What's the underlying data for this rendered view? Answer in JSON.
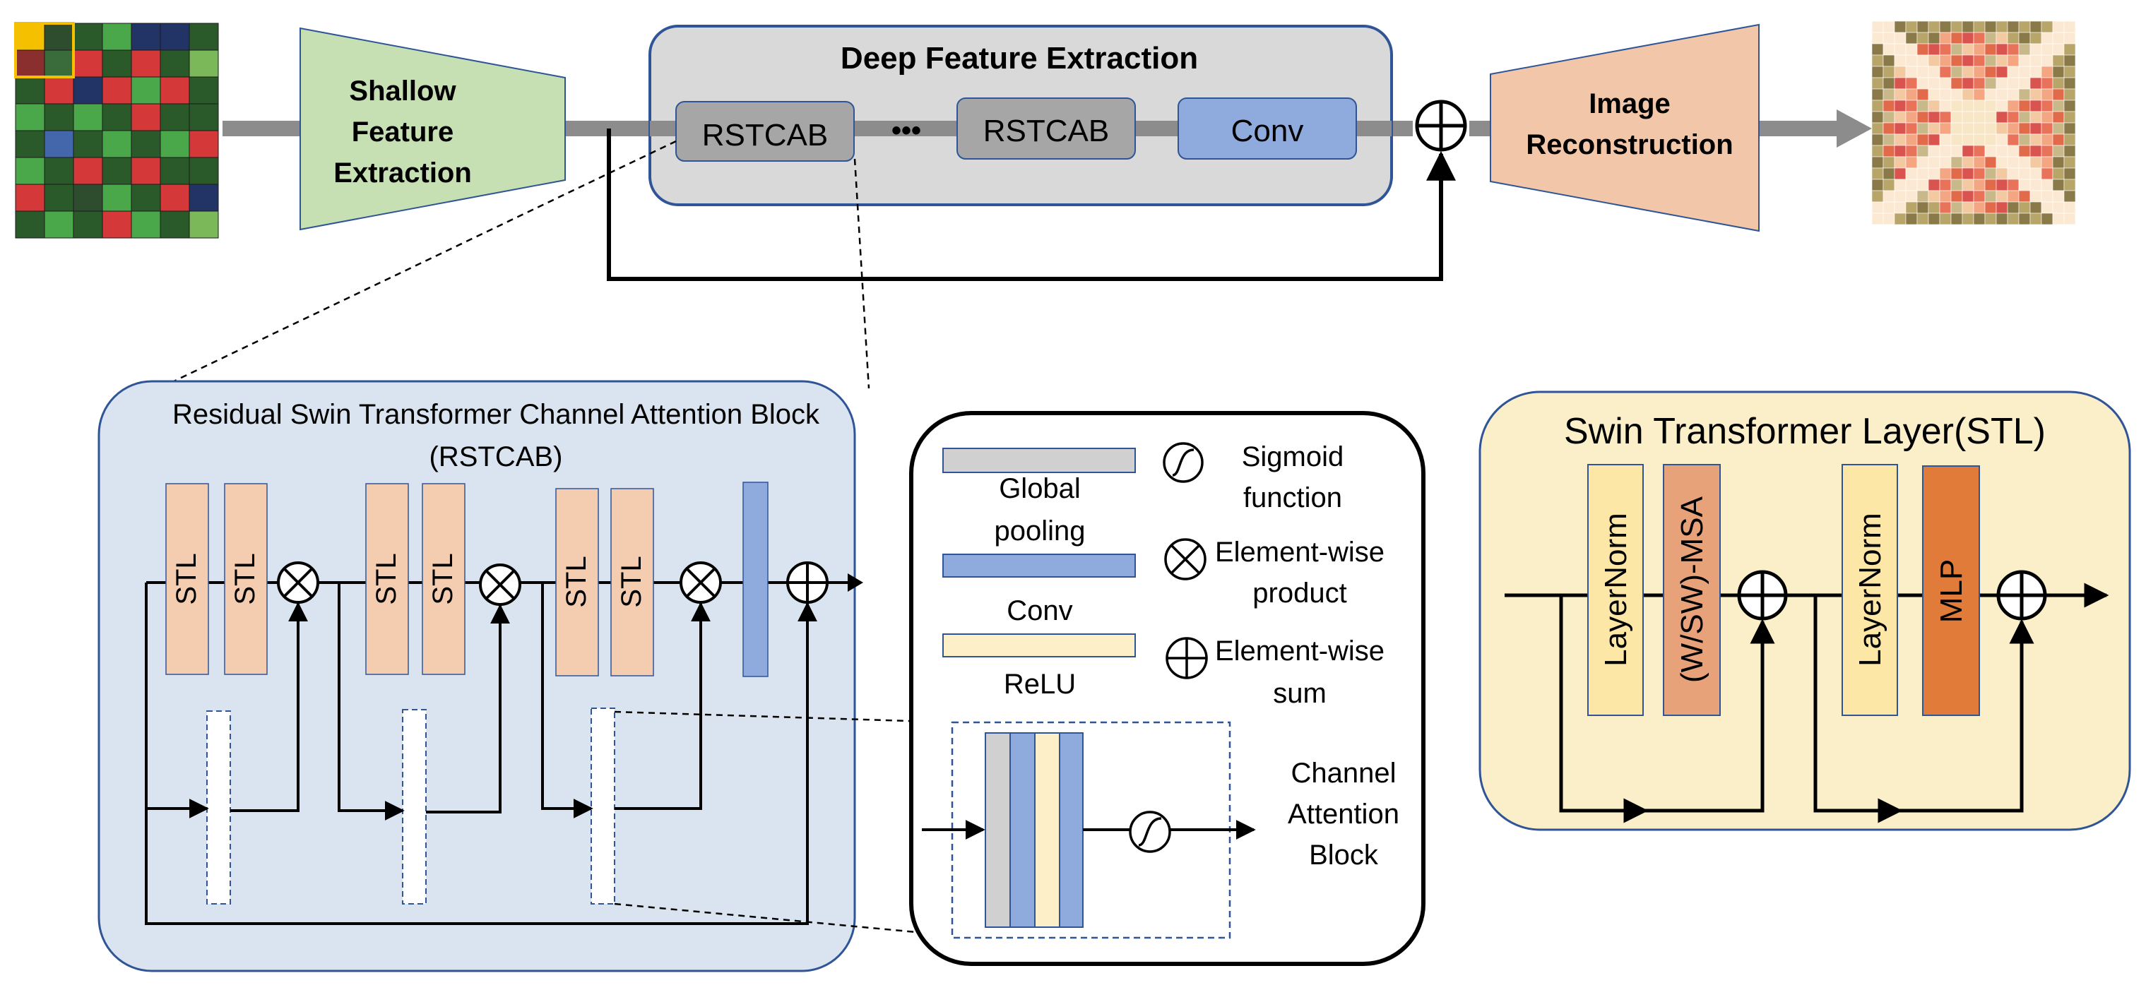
{
  "top": {
    "shallow": [
      "Shallow",
      "Feature",
      "Extraction"
    ],
    "deep_title": "Deep Feature Extraction",
    "block1": "RSTCAB",
    "ellipsis": "•••",
    "block2": "RSTCAB",
    "conv": "Conv",
    "reconstruction": [
      "Image",
      "Reconstruction"
    ]
  },
  "rstcab": {
    "title_line1": "Residual Swin Transformer Channel Attention Block",
    "title_line2": "(RSTCAB)",
    "stl": "STL"
  },
  "legend": {
    "global_pooling": [
      "Global",
      "pooling"
    ],
    "conv": "Conv",
    "relu": "ReLU",
    "sigmoid": [
      "Sigmoid",
      "function"
    ],
    "product": [
      "Element-wise",
      "product"
    ],
    "sum": [
      "Element-wise",
      "sum"
    ],
    "cab": [
      "Channel",
      "Attention",
      "Block"
    ]
  },
  "stl_panel": {
    "title": "Swin Transformer Layer(STL)",
    "layernorm": "LayerNorm",
    "msa": "(W/SW)-MSA",
    "mlp": "MLP"
  },
  "colors": {
    "shallow_fill": "#c6e0b4",
    "reconstruction_fill": "#f2c6a8",
    "deep_panel_fill": "#d9d9d9",
    "rstcab_fill": "#a6a6a6",
    "conv_fill": "#8faadc",
    "stl_fill": "#f4ccb0",
    "rstcab_panel_fill": "#dae3f0",
    "stl_panel_fill": "#fbefc9",
    "layernorm_fill": "#fde7a6",
    "msa_fill": "#e8a27a",
    "mlp_fill": "#e07b39",
    "relu_fill": "#fdf0c8",
    "pool_fill": "#d0d0d0",
    "border_blue": "#2f5597"
  },
  "grids": {
    "input": [
      [
        "#f5c000",
        "#2e4d2e",
        "#2a5a2a",
        "#4aa84a",
        "#223366",
        "#223366",
        "#2a5a2a"
      ],
      [
        "#8b2e2e",
        "#3a6b3a",
        "#d43838",
        "#2a5a2a",
        "#d43838",
        "#2a5a2a",
        "#7ab85a"
      ],
      [
        "#2a5a2a",
        "#d43838",
        "#223366",
        "#d43838",
        "#4aa84a",
        "#d43838",
        "#2a5a2a"
      ],
      [
        "#4aa84a",
        "#2a5a2a",
        "#4aa84a",
        "#2a5a2a",
        "#d43838",
        "#2a5a2a",
        "#2a5a2a"
      ],
      [
        "#2a5a2a",
        "#4466aa",
        "#2a5a2a",
        "#4aa84a",
        "#2a5a2a",
        "#4aa84a",
        "#d43838"
      ],
      [
        "#4aa84a",
        "#2a5a2a",
        "#d43838",
        "#2a5a2a",
        "#d43838",
        "#2a5a2a",
        "#2a5a2a"
      ],
      [
        "#d43838",
        "#2a5a2a",
        "#2e4d2e",
        "#4aa84a",
        "#2a5a2a",
        "#d43838",
        "#223366"
      ],
      [
        "#2a5a2a",
        "#4aa84a",
        "#2a5a2a",
        "#d43838",
        "#4aa84a",
        "#2a5a2a",
        "#7ab85a"
      ]
    ],
    "output_palette": [
      "#f7e7c6",
      "#f2c9a0",
      "#e8725a",
      "#d9534f",
      "#f4a582",
      "#b8a56a",
      "#8a7a4a",
      "#fce9d4",
      "#e06a4a",
      "#c9b88a"
    ]
  }
}
